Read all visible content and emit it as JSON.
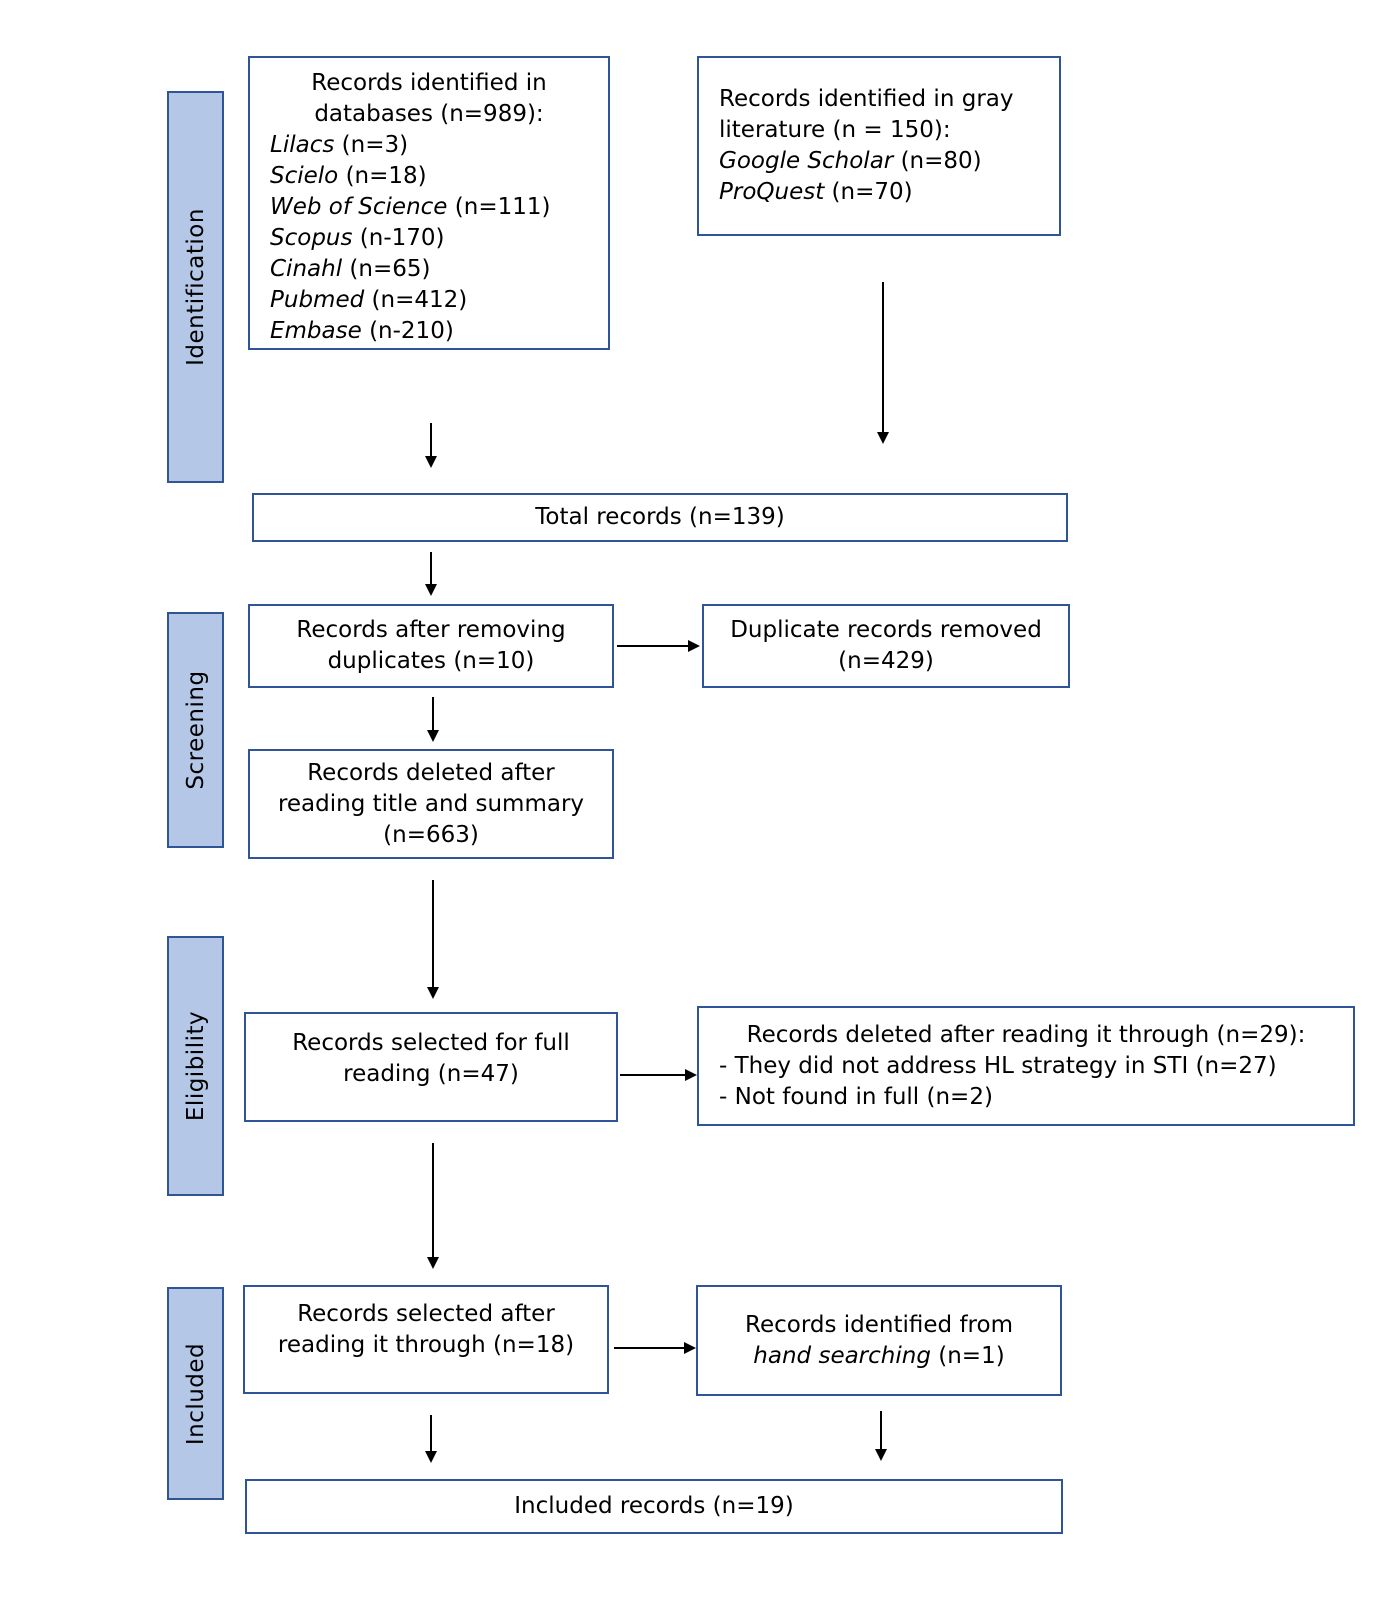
{
  "phases": {
    "identification": "Identification",
    "screening": "Screening",
    "eligibility": "Eligibility",
    "included": "Included"
  },
  "databases": {
    "title_line1": "Records identified in",
    "title_line2": "databases (n=989):",
    "items": [
      {
        "name": "Lilacs",
        "count": "(n=3)"
      },
      {
        "name": "Scielo",
        "count": "(n=18)"
      },
      {
        "name": "Web of Science",
        "count": "(n=111)"
      },
      {
        "name": "Scopus",
        "count": "(n-170)"
      },
      {
        "name": "Cinahl",
        "count": "(n=65)"
      },
      {
        "name": "Pubmed",
        "count": "(n=412)"
      },
      {
        "name": "Embase",
        "count": "(n-210)"
      }
    ]
  },
  "gray": {
    "title_line1": "Records identified in gray",
    "title_line2": "literature (n = 150):",
    "items": [
      {
        "name": "Google Scholar",
        "count": "(n=80)"
      },
      {
        "name": "ProQuest",
        "count": "(n=70)"
      }
    ]
  },
  "total": {
    "text": "Total records (n=139)"
  },
  "after_duplicates": {
    "line1": "Records after removing",
    "line2": "duplicates (n=10)"
  },
  "duplicates_removed": {
    "line1": "Duplicate records removed",
    "line2": "(n=429)"
  },
  "deleted_title": {
    "line1": "Records deleted after",
    "line2": "reading title and summary",
    "line3": "(n=663)"
  },
  "full_reading": {
    "line1": "Records selected for full",
    "line2": "reading (n=47)"
  },
  "deleted_full": {
    "line1": "Records deleted after reading it through (n=29):",
    "line2": "- They did not address HL strategy in STI (n=27)",
    "line3": "- Not found in full (n=2)"
  },
  "selected_after": {
    "line1": "Records selected after",
    "line2": "reading it through (n=18)"
  },
  "hand_search": {
    "line1": "Records identified from",
    "line2_italic": "hand searching",
    "line2_rest": " (n=1)"
  },
  "included_total": {
    "text": "Included records (n=19)"
  }
}
